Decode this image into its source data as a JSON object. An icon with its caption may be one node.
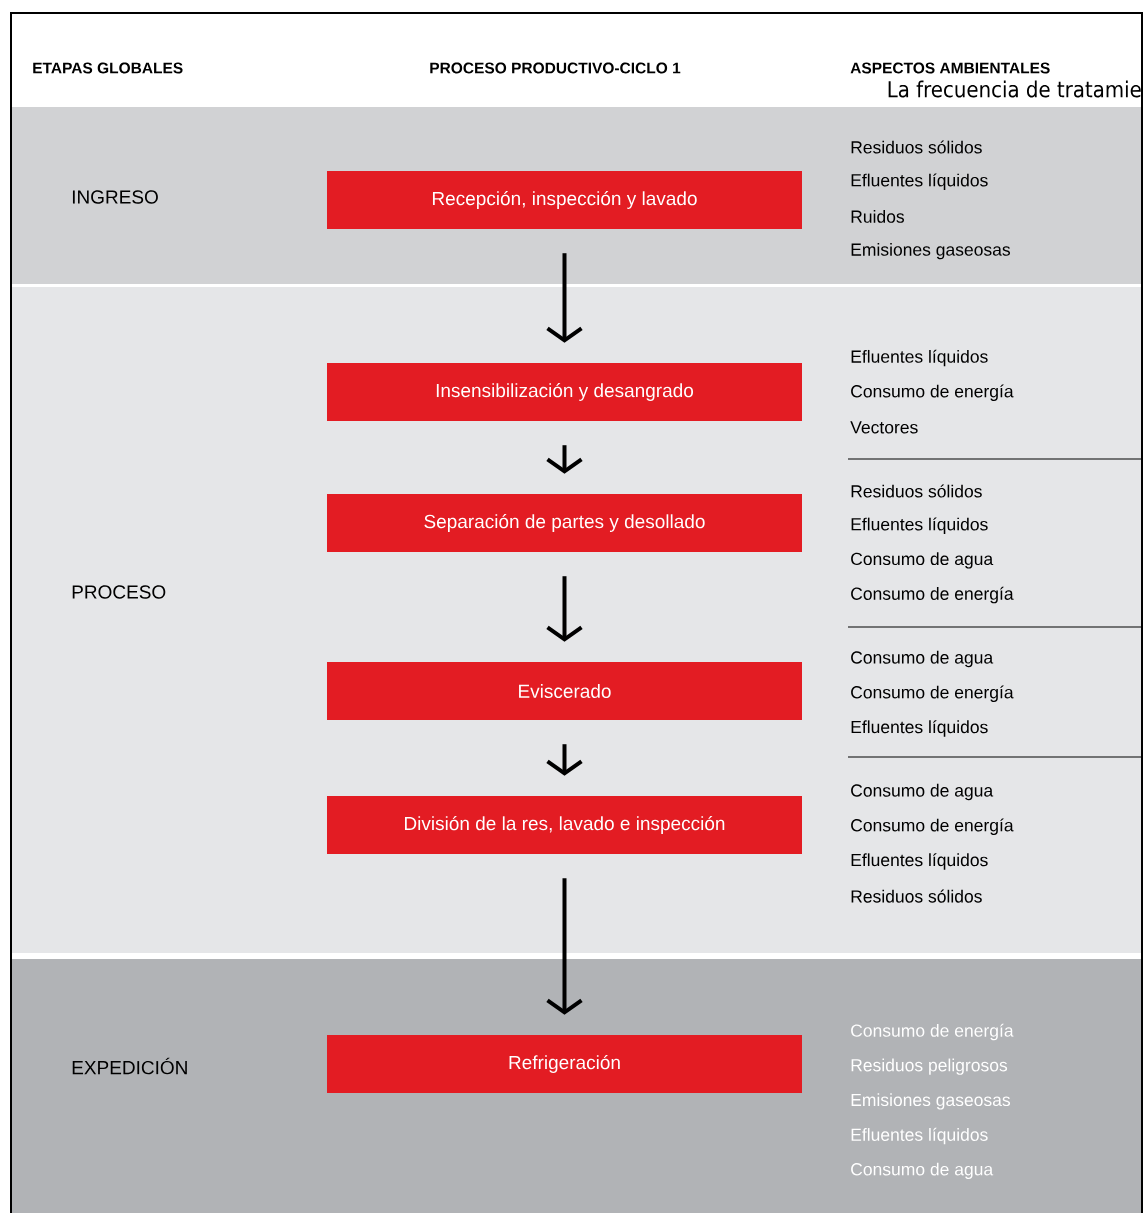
{
  "diagram": {
    "nodes": [
      {
        "text": [
          "INGRESO"
        ]
      },
      {
        "text": [
          "Recepción, inspección y lavado"
        ],
        "in": 0,
        "beside": [
          "Residuos sólidos",
          "Efluentes líquidos",
          "Ruidos",
          "Emisiones gaseosas"
        ]
      },
      {
        "text": [
          "PROCESO"
        ]
      },
      {
        "text": [
          "Insensibilización y desangrado"
        ],
        "in": 2,
        "beside": [
          "Efluentes líquidos",
          "Consumo de energía",
          "Vectores"
        ]
      },
      {
        "text": [
          "Separación de partes y desollado"
        ],
        "in": 2,
        "beside": [
          "Residuos sólidos",
          "Efluentes líquidos",
          "Consumo de agua",
          "Consumo de energía"
        ]
      },
      {
        "text": [
          "Eviscerado"
        ],
        "in": 2,
        "beside": [
          "Consumo de agua",
          "Consumo de energía",
          "Efluentes líquidos"
        ]
      },
      {
        "text": [
          "División de la res, lavado e inspección"
        ],
        "in": 2,
        "beside": [
          "Consumo de agua",
          "Consumo de energía",
          "Efluentes líquidos",
          "Residuos sólidos"
        ]
      },
      {
        "text": [
          "EXPEDICIÓN"
        ]
      },
      {
        "text": [
          "Refrigeración"
        ],
        "in": 7,
        "beside": [
          "Consumo de energía",
          "Residuos peligrosos",
          "Emisiones gaseosas",
          "Efluentes líquidos",
          "Consumo de agua"
        ]
      }
    ],
    "edges": [
      {
        "from": 1,
        "to": 3,
        "arrow": "to"
      },
      {
        "from": 3,
        "to": 4,
        "arrow": "to"
      },
      {
        "from": 4,
        "to": 5,
        "arrow": "to"
      },
      {
        "from": 5,
        "to": 6,
        "arrow": "to"
      },
      {
        "from": 6,
        "to": 8,
        "arrow": "to"
      }
    ],
    "labels": [
      "ETAPAS GLOBALES",
      "PROCESO PRODUCTIVO-CICLO 1",
      "ASPECTOS AMBIENTALES",
      "La frecuencia de tratamie"
    ]
  }
}
